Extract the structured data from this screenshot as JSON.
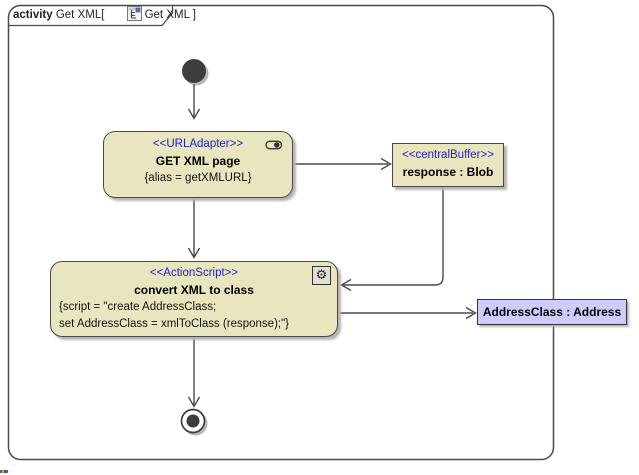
{
  "frame": {
    "keyword": "activity",
    "activity_name": "Get XML[",
    "diagram_name": "Get XML ]"
  },
  "nodes": {
    "get_xml_page": {
      "stereotype": "<<URLAdapter>>",
      "name": "GET XML page",
      "properties": "{alias = getXMLURL}"
    },
    "response_buffer": {
      "stereotype": "<<centralBuffer>>",
      "name": "response : Blob"
    },
    "convert_xml_to_class": {
      "stereotype": "<<ActionScript>>",
      "name": "convert XML to class",
      "script_line_1": "{script = \"create AddressClass;",
      "script_line_2": "set AddressClass = xmlToClass (response);\"}"
    },
    "activity_parameter": {
      "name": "AddressClass : Address"
    }
  },
  "icons": {
    "tab_icon": "activity-diagram-icon",
    "url_adapter_icon": "adapter-pill-icon",
    "action_script_icon": "gear-icon",
    "initial_node": "filled-circle",
    "final_node": "bullseye-circle"
  },
  "colors": {
    "node_fill": "#e9e6bf",
    "parameter_fill": "#ccccff",
    "stereotype_text": "#2121c8",
    "line": "#4a4a4a"
  }
}
